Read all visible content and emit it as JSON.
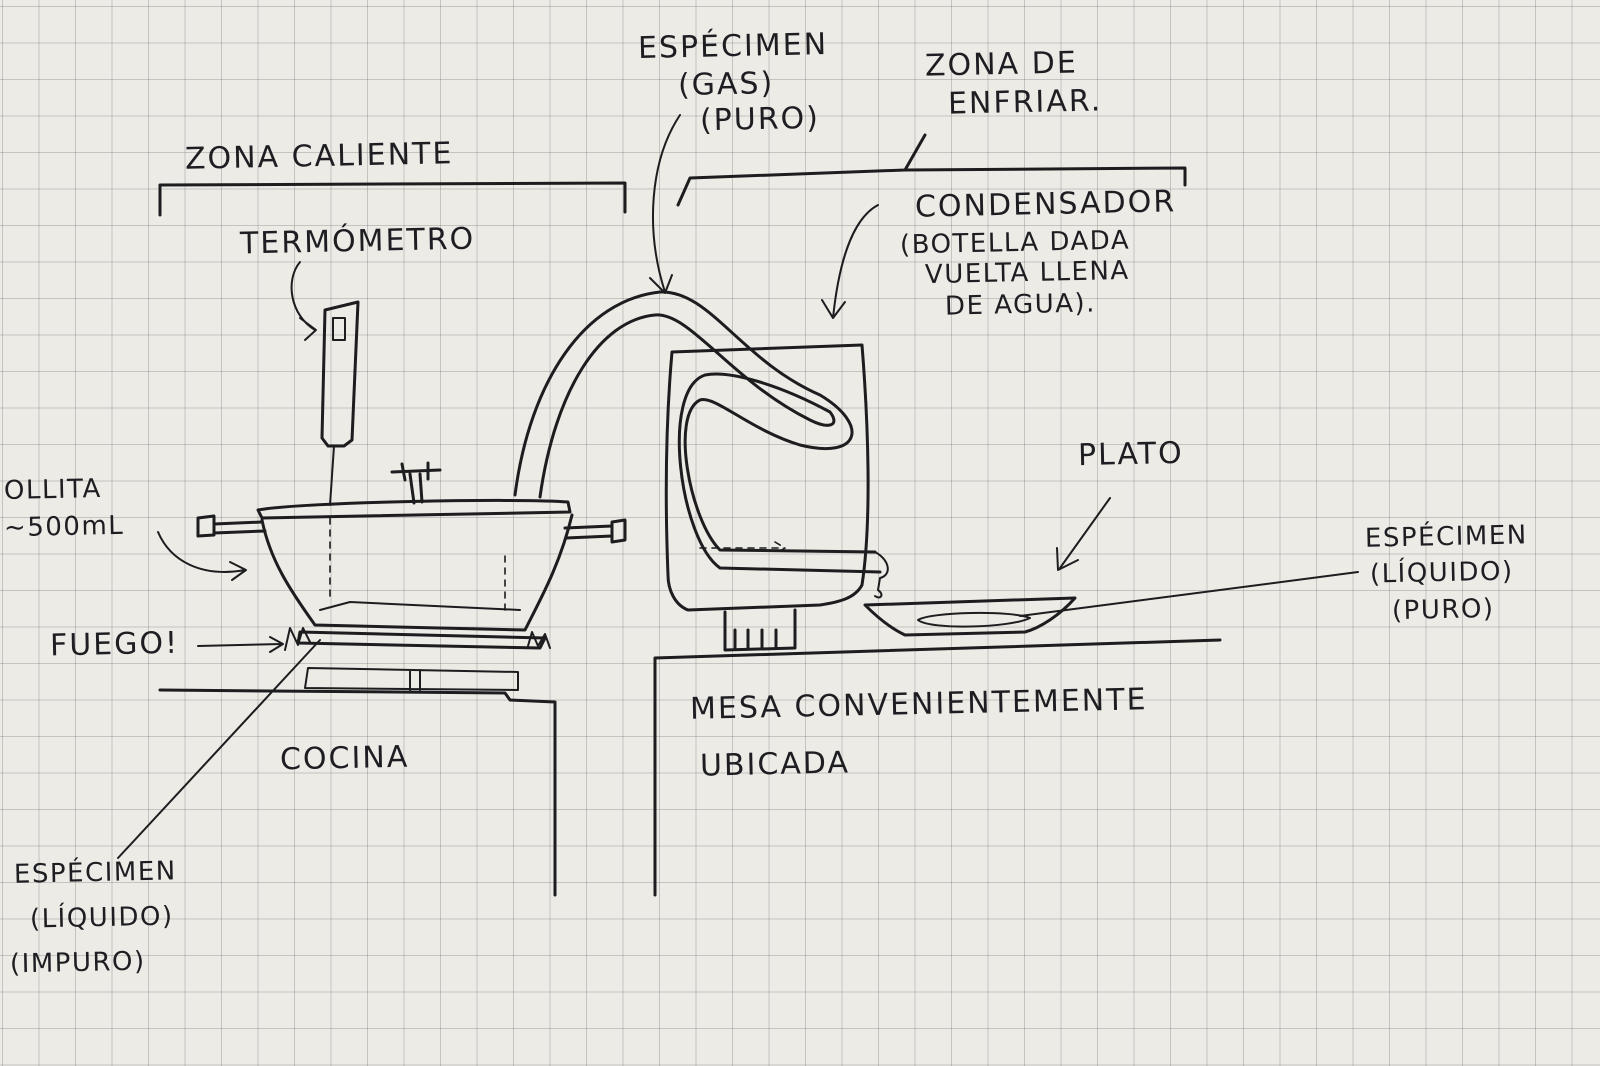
{
  "labels": {
    "zona_caliente": "ZONA CALIENTE",
    "termometro": "TERMÓMETRO",
    "especimen_gas": {
      "line1": "ESPÉCIMEN",
      "line2": "(GAS)",
      "line3": "(PURO)"
    },
    "zona_enfriar": {
      "line1": "ZONA DE",
      "line2": "ENFRIAR."
    },
    "condensador": {
      "line1": "CONDENSADOR",
      "line2": "(BOTELLA DADA",
      "line3": "VUELTA LLENA",
      "line4": "DE AGUA)."
    },
    "ollita": {
      "line1": "OLLITA",
      "line2": "~500mL"
    },
    "fuego": "FUEGO!",
    "cocina": "COCINA",
    "especimen_liquido_impuro": {
      "line1": "ESPÉCIMEN",
      "line2": "(LÍQUIDO)",
      "line3": "(IMPURO)"
    },
    "plato": "PLATO",
    "especimen_liquido_puro": {
      "line1": "ESPÉCIMEN",
      "line2": "(LÍQUIDO)",
      "line3": "(PURO)"
    },
    "mesa": {
      "line1": "MESA CONVENIENTEMENTE",
      "line2": "UBICADA"
    }
  },
  "colors": {
    "paper": "#ecebe6",
    "grid": "#9a9a9a",
    "ink": "#1d1c1f"
  }
}
